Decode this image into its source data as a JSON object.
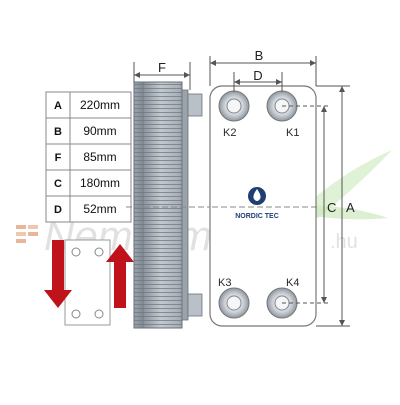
{
  "dimensions_table": [
    {
      "key": "A",
      "value": "220mm"
    },
    {
      "key": "B",
      "value": "90mm"
    },
    {
      "key": "F",
      "value": "85mm"
    },
    {
      "key": "C",
      "value": "180mm"
    },
    {
      "key": "D",
      "value": "52mm"
    }
  ],
  "dimension_labels": {
    "B": "B",
    "D": "D",
    "F": "F",
    "C": "C",
    "A": "A"
  },
  "ports": {
    "k1": "K1",
    "k2": "K2",
    "k3": "K3",
    "k4": "K4"
  },
  "logo_text": "NORDIC TEC",
  "watermark": {
    "main": "Nemsemm",
    "suffix": ".hu"
  },
  "colors": {
    "arrow_red": "#c0121a",
    "plate_gray": "#a9b0b9",
    "line": "#555555",
    "watermark": "#c9c9c9",
    "accent_green": "#9bd27a"
  }
}
